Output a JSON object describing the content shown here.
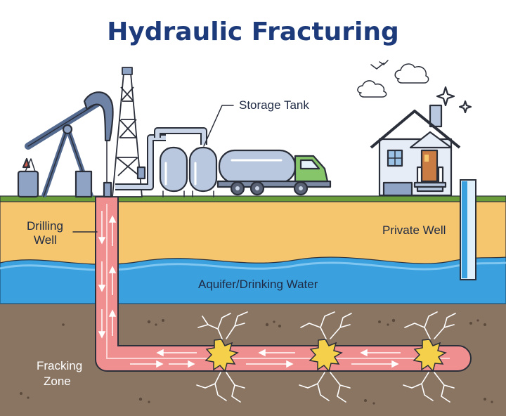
{
  "title": "Hydraulic Fracturing",
  "labels": {
    "storage_tank": "Storage Tank",
    "drilling_well_line1": "Drilling",
    "drilling_well_line2": "Well",
    "private_well": "Private Well",
    "aquifer": "Aquifer/Drinking Water",
    "fracking_zone_line1": "Fracking",
    "fracking_zone_line2": "Zone"
  },
  "colors": {
    "title": "#1d3b7a",
    "grass": "#6a9d3a",
    "sand_layer": "#f6c66e",
    "aquifer_layer": "#3aa0de",
    "bedrock": "#8a7563",
    "well_pipe": "#f08f8f",
    "fracture_burst": "#f5d04b",
    "cracks": "#ffffff"
  },
  "icons": [
    "pumpjack-icon",
    "drilling-derrick-icon",
    "storage-tank-icon",
    "tanker-truck-icon",
    "house-icon",
    "cloud-icon",
    "bird-icon",
    "sparkle-icon"
  ]
}
